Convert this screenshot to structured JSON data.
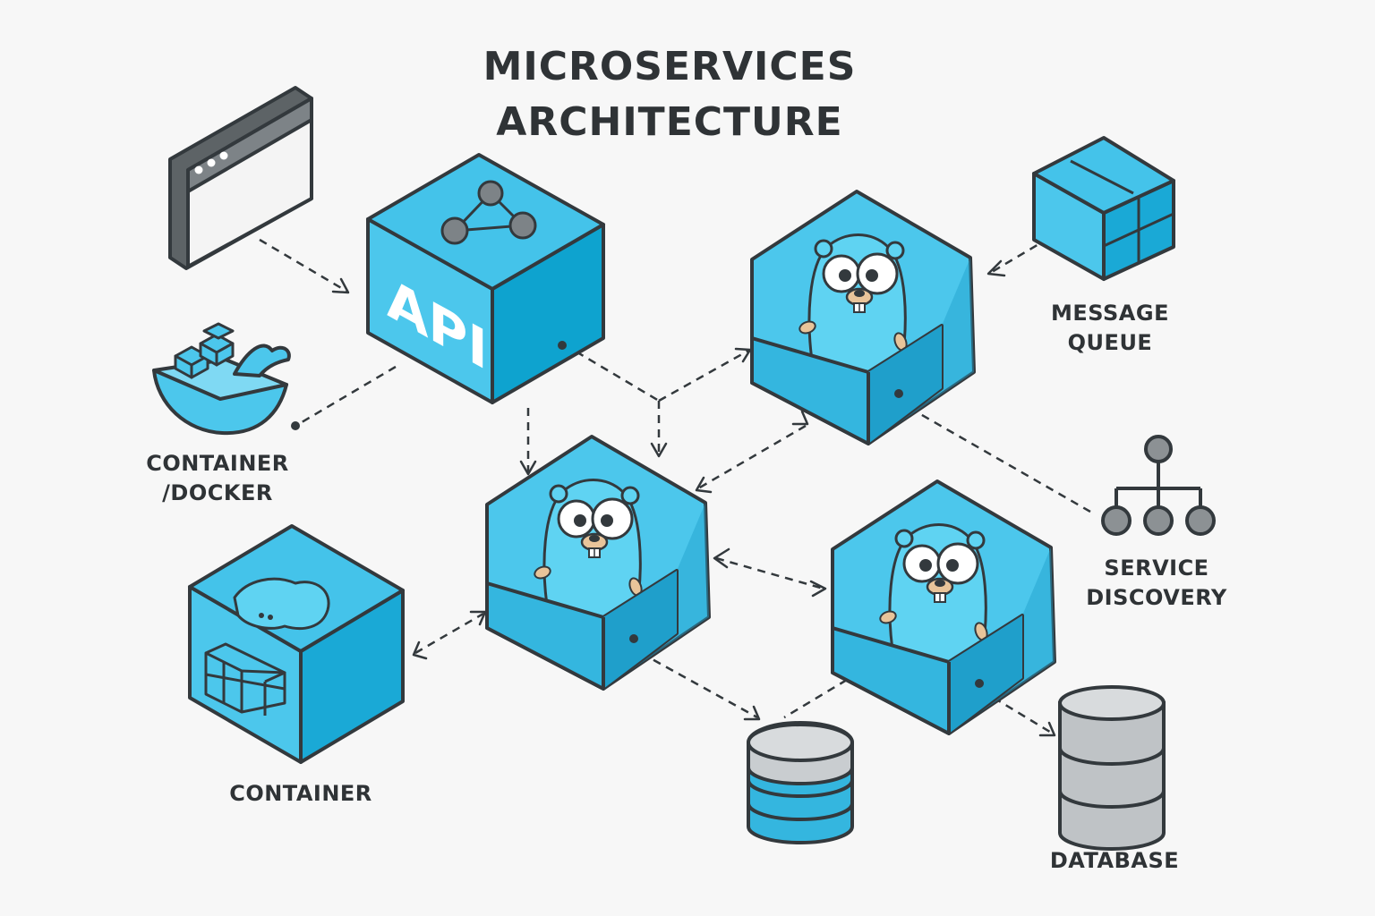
{
  "diagram": {
    "title_line1": "MICROSERVICES",
    "title_line2": "ARCHITECTURE",
    "api_label": "API",
    "labels": {
      "message_queue_line1": "MESSAGE",
      "message_queue_line2": "QUEUE",
      "container_docker_line1": "CONTAINER",
      "container_docker_line2": "/DOCKER",
      "service_discovery_line1": "SERVICE",
      "service_discovery_line2": "DISCOVERY",
      "container": "CONTAINER",
      "database": "DATABASE"
    },
    "icons": [
      "browser-window-icon",
      "api-cube-icon",
      "graph-icon",
      "message-queue-icon",
      "docker-whale-icon",
      "service-discovery-icon",
      "container-cube-icon",
      "gopher-service-icon",
      "database-icon"
    ],
    "colors": {
      "primary_blue": "#4cc7ec",
      "dark_blue": "#1f9fcb",
      "outline": "#33393d",
      "gray": "#8c9194",
      "background": "#f7f7f7"
    }
  }
}
